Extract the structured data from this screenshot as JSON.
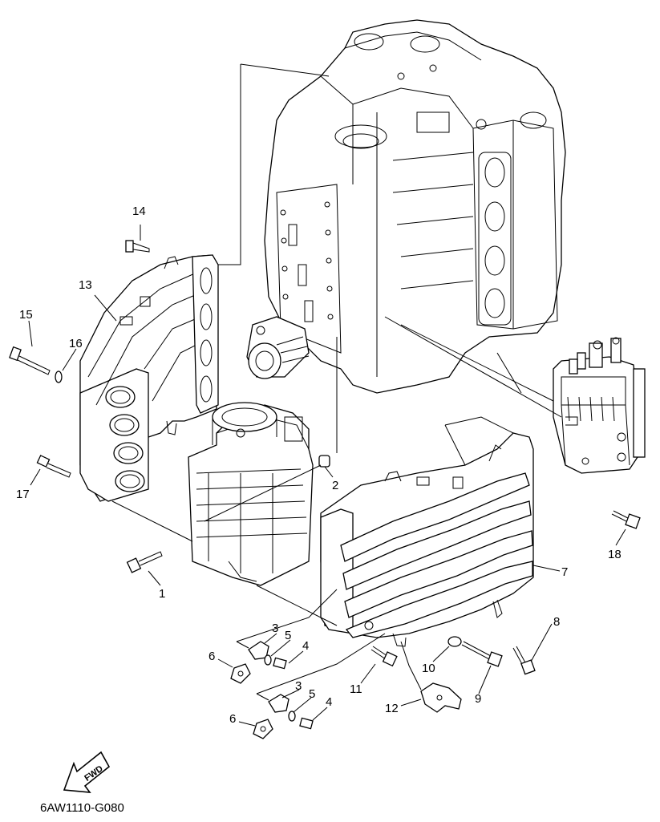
{
  "diagram_code": "6AW1110-G080",
  "fwd_arrow_label": "FWD",
  "callouts": [
    {
      "id": "1",
      "text": "1"
    },
    {
      "id": "2",
      "text": "2"
    },
    {
      "id": "3a",
      "text": "3"
    },
    {
      "id": "3b",
      "text": "3"
    },
    {
      "id": "4a",
      "text": "4"
    },
    {
      "id": "4b",
      "text": "4"
    },
    {
      "id": "5a",
      "text": "5"
    },
    {
      "id": "5b",
      "text": "5"
    },
    {
      "id": "6a",
      "text": "6"
    },
    {
      "id": "6b",
      "text": "6"
    },
    {
      "id": "7",
      "text": "7"
    },
    {
      "id": "8",
      "text": "8"
    },
    {
      "id": "9",
      "text": "9"
    },
    {
      "id": "10",
      "text": "10"
    },
    {
      "id": "11",
      "text": "11"
    },
    {
      "id": "12",
      "text": "12"
    },
    {
      "id": "13",
      "text": "13"
    },
    {
      "id": "14",
      "text": "14"
    },
    {
      "id": "15",
      "text": "15"
    },
    {
      "id": "16",
      "text": "16"
    },
    {
      "id": "17",
      "text": "17"
    },
    {
      "id": "18",
      "text": "18"
    }
  ]
}
